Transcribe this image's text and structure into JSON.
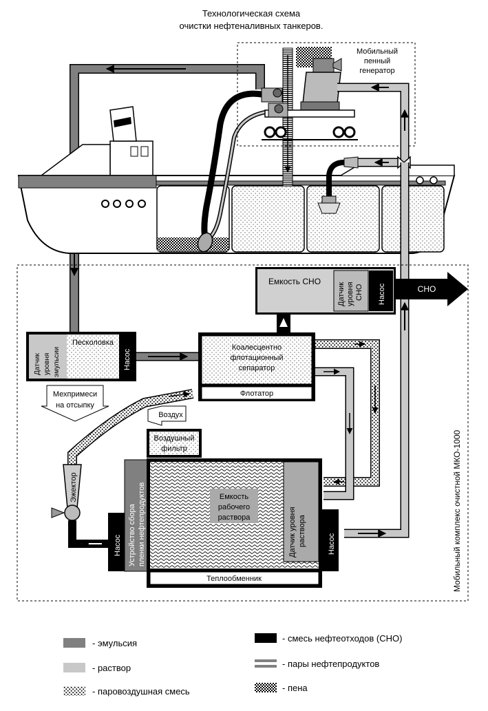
{
  "title": {
    "line1": "Технологическая схема",
    "line2": "очистки нефтеналивных танкеров."
  },
  "mobile_generator": {
    "line1": "Мобильный",
    "line2": "пенный",
    "line3": "генератор"
  },
  "sno_tank": {
    "label": "Емкость СНО",
    "sensor_line1": "Датчик",
    "sensor_line2": "уровня",
    "sensor_line3": "СНО",
    "pump": "Насос",
    "outlet": "СНО"
  },
  "sand_trap": {
    "sensor_line1": "Датчик",
    "sensor_line2": "уровня",
    "sensor_line3": "эмульсии",
    "label": "Песколовка",
    "pump": "Насос"
  },
  "impurities": {
    "line1": "Мехпримеси",
    "line2": "на отсыпку"
  },
  "separator": {
    "line1": "Коалесцентно",
    "line2": "флотационный",
    "line3": "сепаратор",
    "footer": "Флотатор"
  },
  "air": {
    "label": "Воздух",
    "filter_line1": "Воздушный",
    "filter_line2": "фильтр"
  },
  "ejector": {
    "label": "Эжектор"
  },
  "film_device": {
    "line1": "Устройство сбора",
    "line2": "пленки нефтепродуктов"
  },
  "work_tank": {
    "line1": "Емкость",
    "line2": "рабочего",
    "line3": "раствора",
    "sensor_line1": "Датчик уровня",
    "sensor_line2": "раствора",
    "footer": "Теплообменник"
  },
  "left_pump": "Насос",
  "right_pump": "Насос",
  "complex_label": "Мобильный комплекс очистной МКО-1000",
  "legend": {
    "emulsion": "- эмульсия",
    "solution": "- раствор",
    "steam_air": "- паровоздушная смесь",
    "sno_mix": "- смесь нефтеотходов (СНО)",
    "vapors": "- пары нефтепродуктов",
    "foam": "- пена"
  },
  "colors": {
    "emulsion": "#808080",
    "solution": "#c8c8c8",
    "sno": "#000000",
    "foam": "#a0a0a0"
  }
}
